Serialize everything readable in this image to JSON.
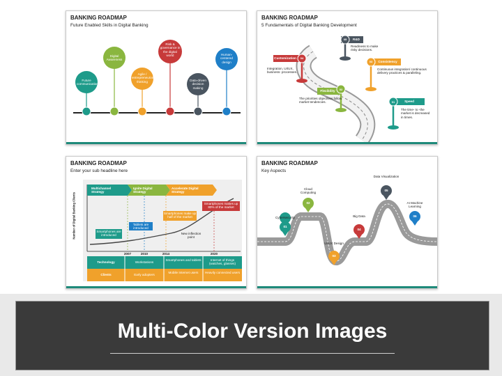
{
  "slide1": {
    "title": "BANKING ROADMAP",
    "subtitle": "Future Enabled Skills in Digital Banking",
    "pins": [
      {
        "label": "Future communication",
        "color": "#1e9b8a"
      },
      {
        "label": "Digital Awareness",
        "color": "#8ab63f"
      },
      {
        "label": "Agile / entrepreneurial thinking",
        "color": "#f0a12b"
      },
      {
        "label": "Risk & governance in the digital world",
        "color": "#c73a3a"
      },
      {
        "label": "Data-driven decision making",
        "color": "#4a5560"
      },
      {
        "label": "Human-centered design",
        "color": "#1f7fc8"
      }
    ]
  },
  "slide2": {
    "title": "BANKING ROADMAP",
    "subtitle": "5 Fundamentals of Digital Banking Development",
    "signs": [
      {
        "num": "05",
        "name": "R&D",
        "desc": "Readiness to make risky decisions.",
        "color": "#4a5560"
      },
      {
        "num": "04",
        "name": "Customization",
        "desc": "Integration, UI/UX, business- processes.",
        "color": "#c73a3a"
      },
      {
        "num": "03",
        "name": "Consistency",
        "desc": "Continuous integration/ continuous delivery practices & paralleling.",
        "color": "#f0a12b"
      },
      {
        "num": "02",
        "name": "Flexibility",
        "desc": "The priorities objectives follow market tendencies.",
        "color": "#8ab63f"
      },
      {
        "num": "01",
        "name": "Speed",
        "desc": "The time- to -the market is decreased in times.",
        "color": "#1e9b8a"
      }
    ]
  },
  "slide3": {
    "title": "BANKING ROADMAP",
    "subtitle": "Enter your sub headline here",
    "yaxis": "Number of Digital Banking Clients",
    "phases": [
      "Multichannel Strategy",
      "Ignite Digital Strategy",
      "Accelerate Digital Strategy"
    ],
    "phase_colors": [
      "#1e9b8a",
      "#8ab63f",
      "#f0a12b"
    ],
    "callouts": [
      "Smartphones are introduced",
      "Tablets are introduced",
      "Smartphones make up half of the market",
      "Smartphones makes up 80% of the market",
      "New inflection point"
    ],
    "years": [
      "2007",
      "2010",
      "2014",
      "2020"
    ],
    "rows": [
      {
        "label": "Technology",
        "cells": [
          "Workstations",
          "Smartphones and tablets",
          "Internet of things (watches, glasses)"
        ]
      },
      {
        "label": "Clients",
        "cells": [
          "Early adopters",
          "Mobile Internet users",
          "Heavily connected users"
        ]
      }
    ]
  },
  "slide4": {
    "title": "BANKING ROADMAP",
    "subtitle": "Key Aspects",
    "pins": [
      {
        "num": "01",
        "label": "Cybersecurity",
        "color": "#1e9b8a"
      },
      {
        "num": "02",
        "label": "Cloud Computing",
        "color": "#8ab63f"
      },
      {
        "num": "03",
        "label": "UI/UX Design",
        "color": "#f0a12b"
      },
      {
        "num": "04",
        "label": "Big Data",
        "color": "#c73a3a"
      },
      {
        "num": "05",
        "label": "Data Visualization",
        "color": "#4a5560"
      },
      {
        "num": "06",
        "label": "AI Machine Learning",
        "color": "#1f7fc8"
      }
    ]
  },
  "banner": {
    "title": "Multi-Color Version Images"
  }
}
